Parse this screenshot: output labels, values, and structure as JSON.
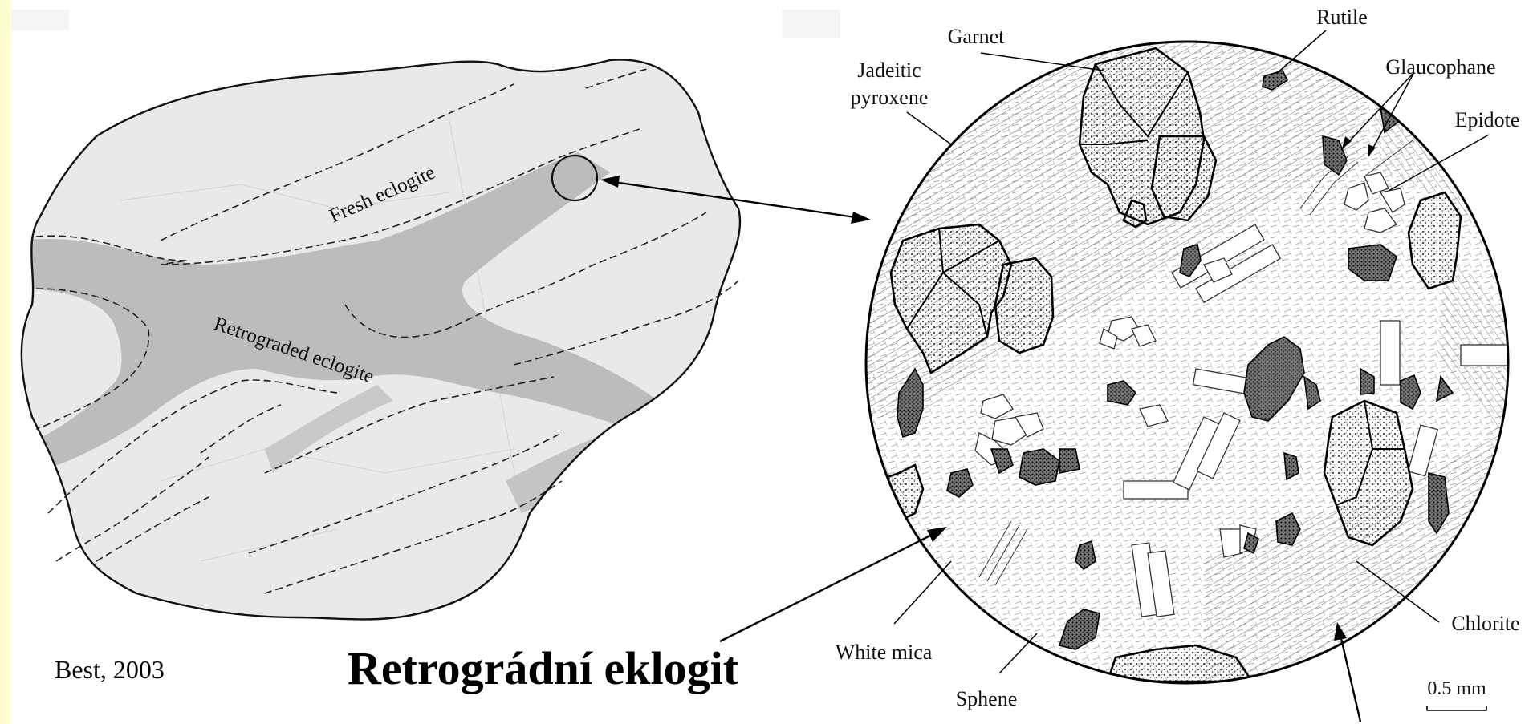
{
  "left_map": {
    "fresh_label": "Fresh eclogite",
    "retro_label": "Retrograded eclogite"
  },
  "thin_section": {
    "labels": {
      "garnet": "Garnet",
      "rutile": "Rutile",
      "jadeitic_1": "Jadeitic",
      "jadeitic_2": "pyroxene",
      "glaucophane": "Glaucophane",
      "epidote": "Epidote",
      "white_mica": "White mica",
      "sphene": "Sphene",
      "chlorite": "Chlorite",
      "scale": "0.5 mm"
    }
  },
  "caption": {
    "title": "Retrográdní eklogit",
    "credit": "Best, 2003"
  },
  "colors": {
    "slide_background": "#fdfdd0",
    "fresh_fill": "#e9e9e9",
    "retro_fill": "#bcbcbc"
  }
}
